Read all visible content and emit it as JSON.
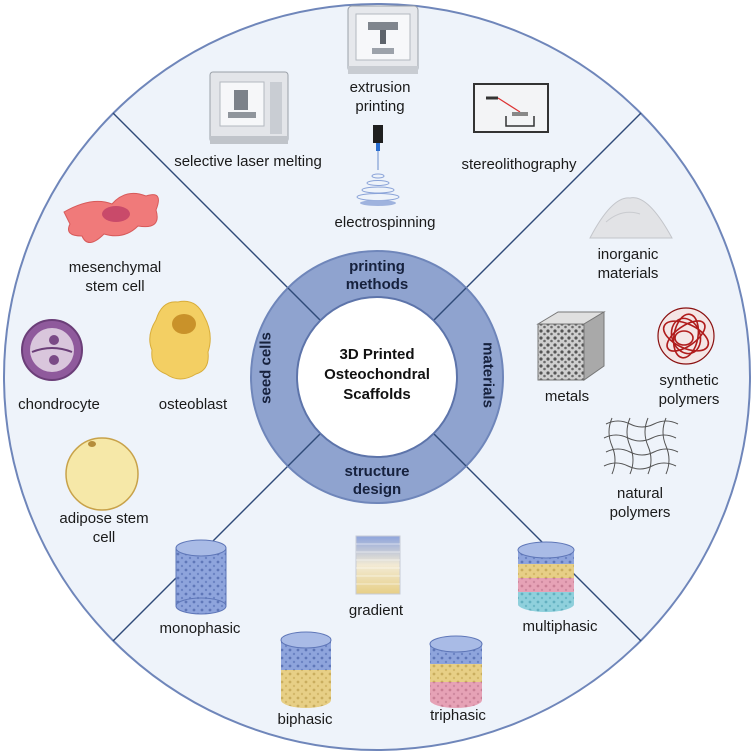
{
  "center": {
    "line1": "3D Printed",
    "line2": "Osteochondral",
    "line3": "Scaffolds"
  },
  "ring": {
    "printing_methods": [
      "printing",
      "methods"
    ],
    "materials": "materials",
    "structure_design": [
      "structure",
      "design"
    ],
    "seed_cells": "seed cells"
  },
  "printing_methods": {
    "extrusion": [
      "extrusion",
      "printing"
    ],
    "slm": "selective laser melting",
    "stereolithography": "stereolithography",
    "electrospinning": "electrospinning"
  },
  "materials": {
    "inorganic": [
      "inorganic",
      "materials"
    ],
    "metals": "metals",
    "synthetic": [
      "synthetic",
      "polymers"
    ],
    "natural": [
      "natural",
      "polymers"
    ]
  },
  "structure": {
    "monophasic": "monophasic",
    "gradient": "gradient",
    "multiphasic": "multiphasic",
    "biphasic": "biphasic",
    "triphasic": "triphasic"
  },
  "cells": {
    "msc": [
      "mesenchymal",
      "stem cell"
    ],
    "chondrocyte": "chondrocyte",
    "osteoblast": "osteoblast",
    "adipose": [
      "adipose stem",
      "cell"
    ]
  },
  "colors": {
    "outer_fill": "#eef3fa",
    "ring_fill": "#8fa3cf",
    "ring_stroke": "#6f86ba",
    "divider": "#2f4a78",
    "blue_phase": "#8ea4dc",
    "yellow_phase": "#e7cf86",
    "pink_phase": "#e6a2b6",
    "teal_phase": "#8fd0dc"
  }
}
